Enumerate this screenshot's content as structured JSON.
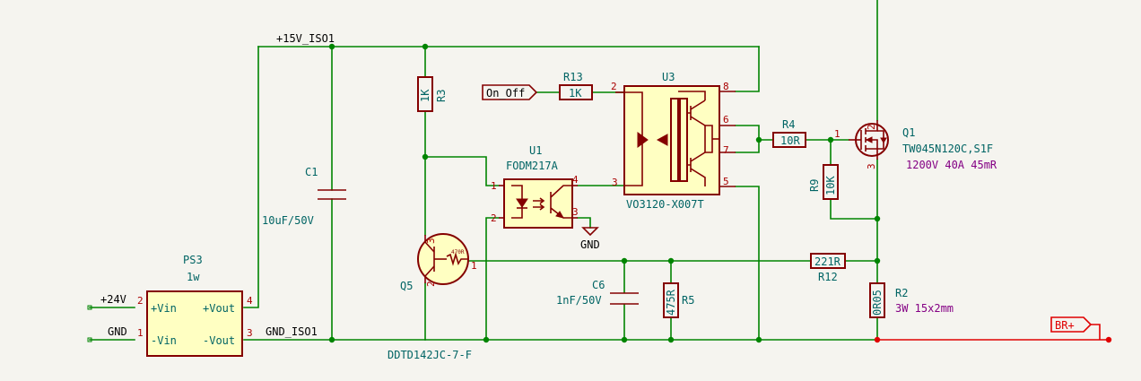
{
  "nets": {
    "vcc_iso": "+15V_ISO1",
    "gnd_iso": "GND_ISO1",
    "vin": "+24V",
    "gnd": "GND",
    "gnd_symbol": "GND",
    "on_off": "On_Off",
    "br_plus": "BR+"
  },
  "ps3": {
    "ref": "PS3",
    "value": "1w",
    "pin_vin_p": "+Vin",
    "pin_vin_n": "-Vin",
    "pin_vout_p": "+Vout",
    "pin_vout_n": "-Vout",
    "p1": "1",
    "p2": "2",
    "p3": "3",
    "p4": "4"
  },
  "c1": {
    "ref": "C1",
    "value": "10uF/50V"
  },
  "r3": {
    "ref": "R3",
    "value": "1K"
  },
  "q5": {
    "ref": "Q5",
    "value": "DDTD142JC-7-F",
    "p1": "1",
    "p2": "2",
    "p3": "3",
    "r_internal": "470R"
  },
  "u1": {
    "ref": "U1",
    "value": "FODM217A",
    "p1": "1",
    "p2": "2",
    "p3": "3",
    "p4": "4"
  },
  "r13": {
    "ref": "R13",
    "value": "1K"
  },
  "u3": {
    "ref": "U3",
    "value": "VO3120-X007T",
    "p2": "2",
    "p3": "3",
    "p5": "5",
    "p6": "6",
    "p7": "7",
    "p8": "8"
  },
  "c6": {
    "ref": "C6",
    "value": "1nF/50V"
  },
  "r5": {
    "ref": "R5",
    "value": "475R"
  },
  "r4": {
    "ref": "R4",
    "value": "10R"
  },
  "r9": {
    "ref": "R9",
    "value": "10K"
  },
  "r12": {
    "ref": "R12",
    "value": "221R"
  },
  "q1": {
    "ref": "Q1",
    "value": "TW045N120C,S1F",
    "desc": "1200V 40A 45mR",
    "p1": "1",
    "p2": "2",
    "p3": "3"
  },
  "r2": {
    "ref": "R2",
    "value": "0R05",
    "desc": "3W 15x2mm"
  },
  "colors": {
    "wire": "#008400",
    "symbol": "#840000",
    "body_fill": "#ffffc2",
    "reference": "#006464",
    "field": "#840084",
    "power_wire": "#e00000",
    "background": "#f5f4ef"
  }
}
